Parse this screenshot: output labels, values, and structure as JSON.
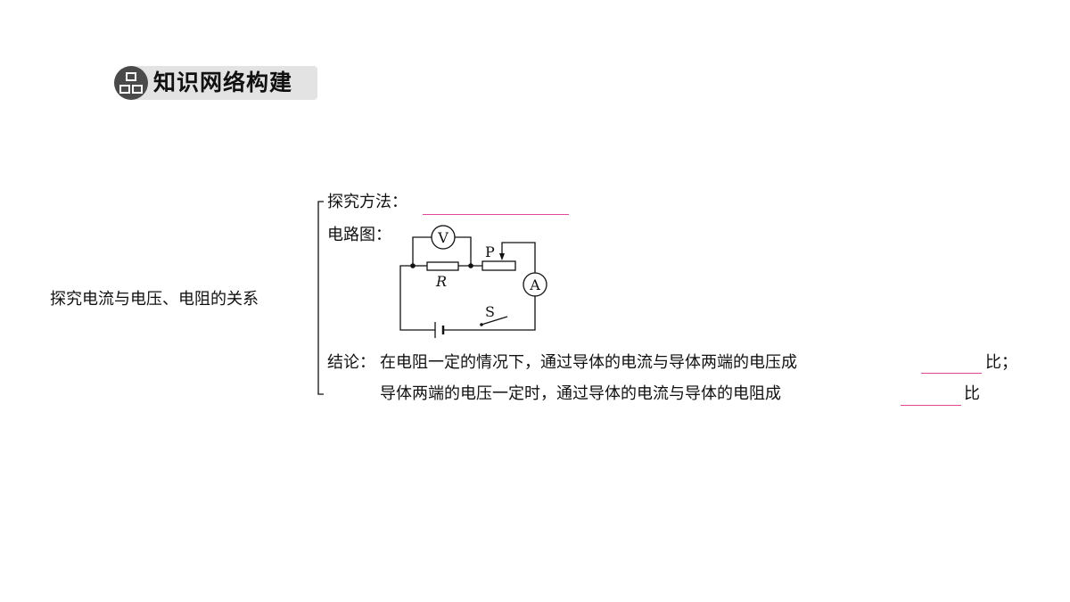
{
  "header": {
    "title": "知识网络构建"
  },
  "topic": "探究电流与电压、电阻的关系",
  "method": {
    "label": "探究方法："
  },
  "circuit": {
    "label": "电路图：",
    "voltmeter": "V",
    "ammeter": "A",
    "slider": "P",
    "resistor": "R",
    "switch": "S"
  },
  "conclusion": {
    "label": "结论：",
    "line1_before": "在电阻一定的情况下，通过导体的电流与导体两端的电压成",
    "line1_after": "比；",
    "line2_before": "导体两端的电压一定时，通过导体的电流与导体的电阻成",
    "line2_after": "比"
  },
  "colors": {
    "blank_line": "#e2479a",
    "header_bg": "#e3e3e3",
    "icon_bg": "#4a4a4a"
  }
}
